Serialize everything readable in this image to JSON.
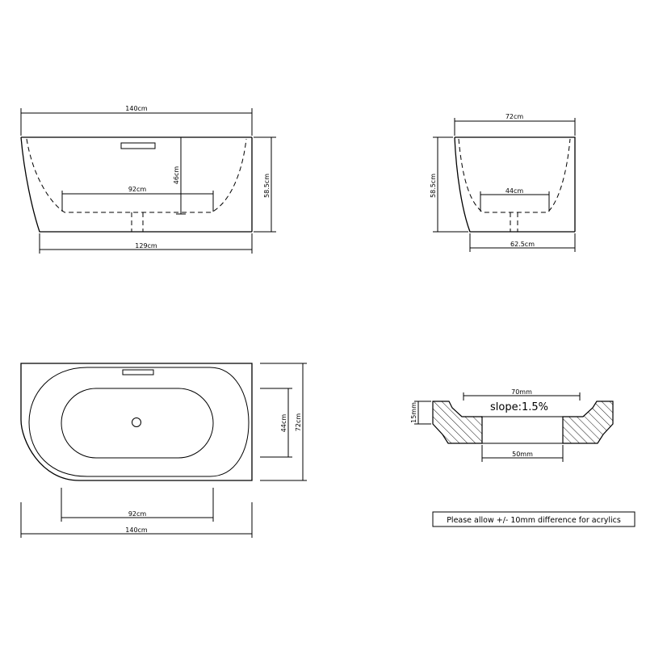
{
  "side_view": {
    "overall_length": "140cm",
    "inner_length": "92cm",
    "depth": "46cm",
    "height": "58.5cm",
    "base_length": "129cm"
  },
  "end_view": {
    "overall_width": "72cm",
    "height": "58.5cm",
    "inner_width": "44cm",
    "base_width": "62.5cm"
  },
  "plan_view": {
    "inner_width": "44cm",
    "overall_width": "72cm",
    "inner_length": "92cm",
    "overall_length": "140cm"
  },
  "drain_detail": {
    "top_opening": "70mm",
    "bottom_opening": "50mm",
    "thickness": "15mm",
    "slope": "slope:1.5%"
  },
  "note": "Please allow +/- 10mm difference for acrylics",
  "colors": {
    "line": "#000000",
    "background": "#ffffff"
  }
}
